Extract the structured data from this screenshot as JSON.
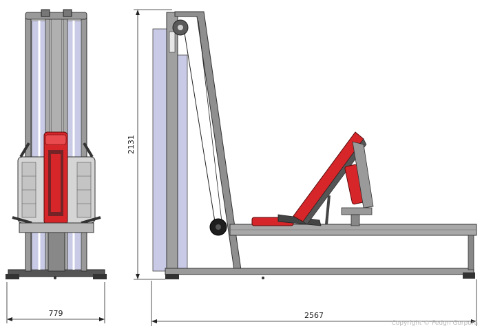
{
  "dimensions": {
    "width_front": "779",
    "height": "2131",
    "length_side": "2567"
  },
  "copyright": "Copyright © Fedgn Gorpora",
  "colors": {
    "frame": "#8f8f8f",
    "frame_dark": "#3a3a3a",
    "weight_stack": "#c9cbe6",
    "upholstery": "#d7262a",
    "upholstery_dark": "#7a0e10",
    "shroud": "#d5d5d5"
  }
}
